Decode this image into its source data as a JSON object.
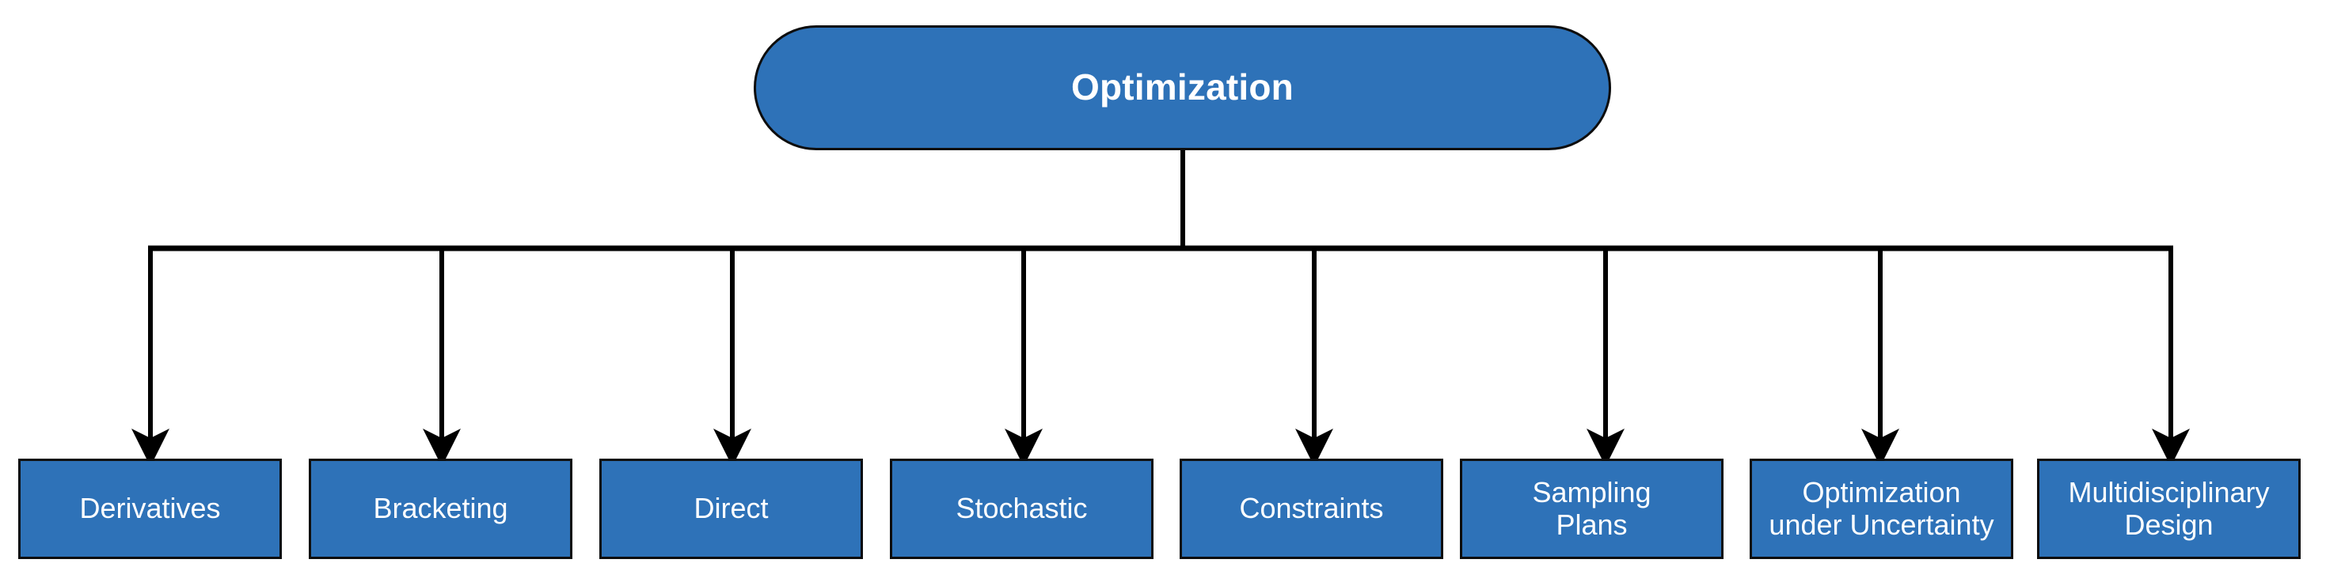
{
  "diagram": {
    "title": "Optimization",
    "type": "tree-hierarchy",
    "orientation": "top-down",
    "colors": {
      "node_fill": "#2E72B8",
      "node_border": "#0d0d0d",
      "node_text": "#ffffff",
      "edge": "#000000",
      "background": "#ffffff"
    },
    "root": {
      "label": "Optimization",
      "shape": "rounded-rectangle"
    },
    "children": [
      {
        "label": "Derivatives",
        "shape": "rectangle"
      },
      {
        "label": "Bracketing",
        "shape": "rectangle"
      },
      {
        "label": "Direct",
        "shape": "rectangle"
      },
      {
        "label": "Stochastic",
        "shape": "rectangle"
      },
      {
        "label": "Constraints",
        "shape": "rectangle"
      },
      {
        "label": "Sampling\nPlans",
        "shape": "rectangle"
      },
      {
        "label": "Optimization\nunder Uncertainty",
        "shape": "rectangle"
      },
      {
        "label": "Multidisciplinary\nDesign",
        "shape": "rectangle"
      }
    ]
  }
}
